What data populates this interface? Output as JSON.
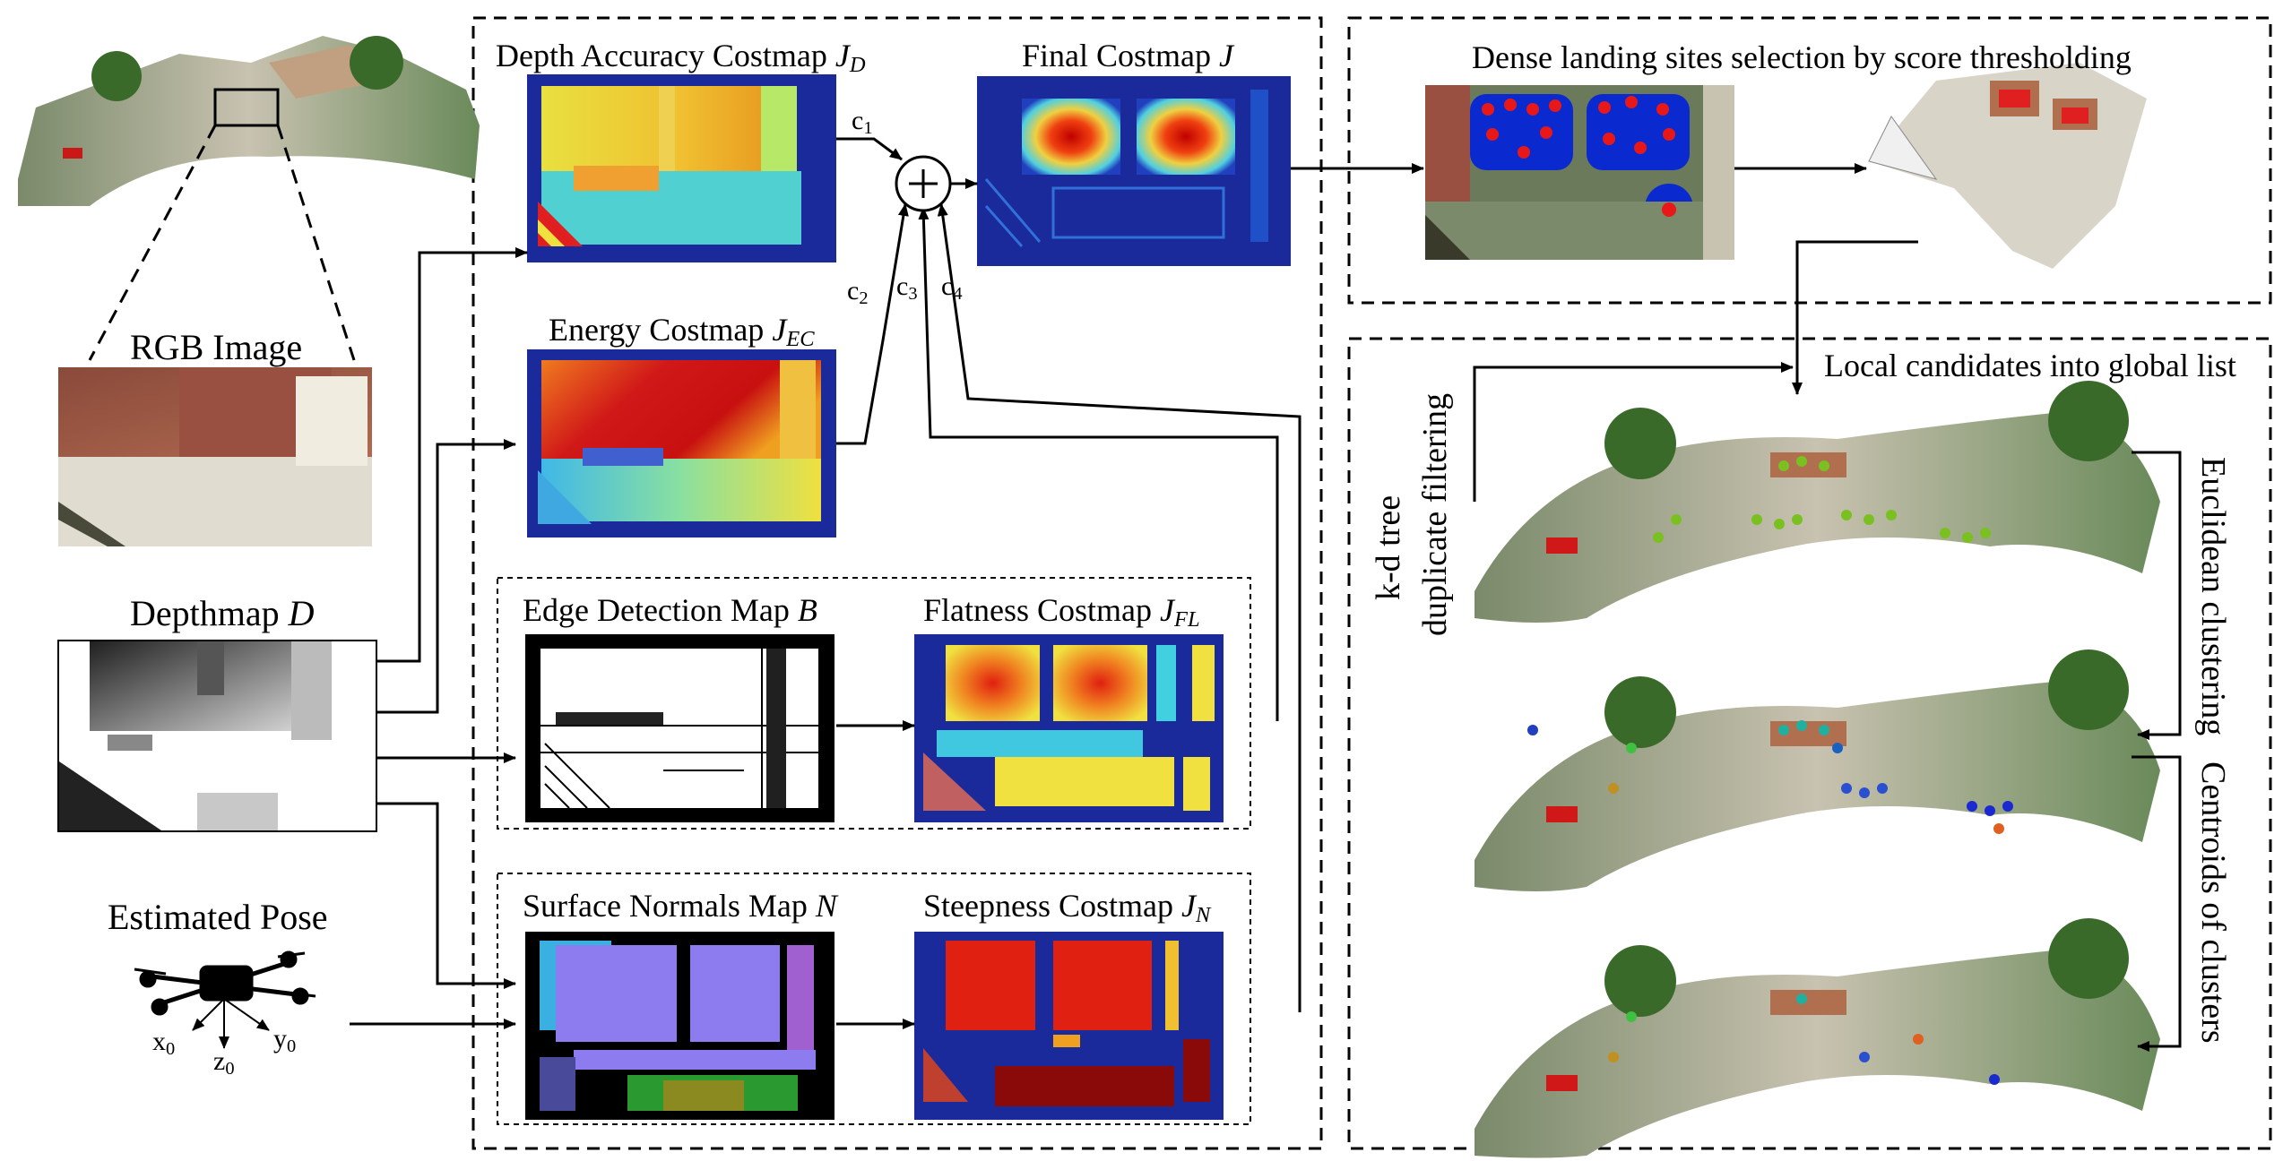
{
  "left": {
    "rgb_image": "RGB Image",
    "depthmap": {
      "text": "Depthmap",
      "symbol": "D"
    },
    "estimated_pose": "Estimated Pose",
    "axes": {
      "x": "x",
      "z": "z",
      "y": "y",
      "sub": "0"
    }
  },
  "costmaps": {
    "depth_accuracy": {
      "text": "Depth Accuracy Costmap",
      "symbol": "J",
      "sub": "D"
    },
    "energy": {
      "text": "Energy Costmap",
      "symbol": "J",
      "sub": "EC"
    },
    "edge_detection": {
      "text": "Edge Detection Map",
      "symbol": "B"
    },
    "flatness": {
      "text": "Flatness Costmap",
      "symbol": "J",
      "sub": "FL"
    },
    "surface_normals": {
      "text": "Surface Normals Map",
      "symbol": "N"
    },
    "steepness": {
      "text": "Steepness Costmap",
      "symbol": "J",
      "sub": "N"
    },
    "final": {
      "text": "Final Costmap",
      "symbol": "J"
    }
  },
  "weights": {
    "c1": {
      "base": "c",
      "sub": "1"
    },
    "c2": {
      "base": "c",
      "sub": "2"
    },
    "c3": {
      "base": "c",
      "sub": "3"
    },
    "c4": {
      "base": "c",
      "sub": "4"
    }
  },
  "right": {
    "dense_selection": "Dense landing sites selection by score thresholding",
    "local_to_global": "Local candidates into global list",
    "kd_tree": "k-d tree",
    "duplicate_filtering": "duplicate filtering",
    "euclidean_clustering": "Euclidean clustering",
    "centroids": "Centroids of clusters"
  },
  "colors": {
    "jet_dark": "#1a2a9a",
    "jet_red": "#e81818",
    "jet_yellow": "#f0e040",
    "jet_cyan": "#40d0e0",
    "normals_purple": "#8c7cf0",
    "steep_red": "#e02010",
    "steep_maroon": "#8a0a0a"
  }
}
